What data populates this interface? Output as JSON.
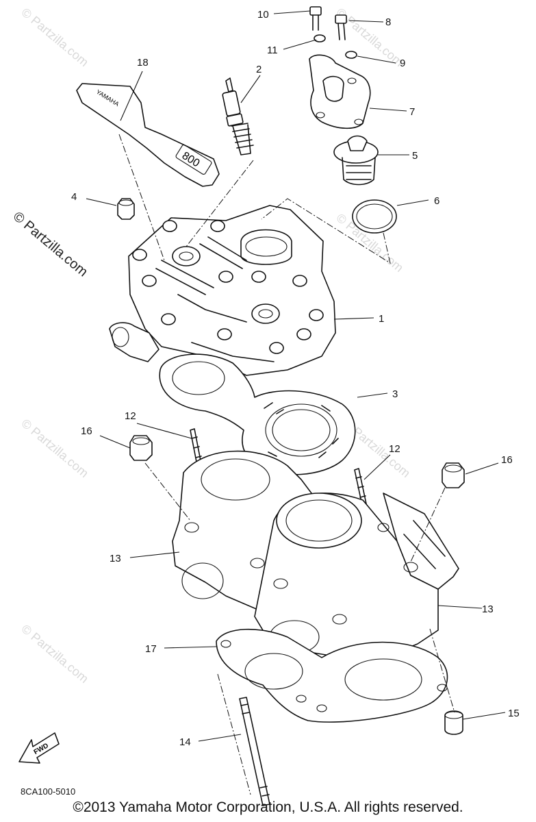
{
  "watermark": {
    "text": "© Partzilla.com"
  },
  "diagram": {
    "code": "8CA100-5010",
    "copyright": "©2013 Yamaha Motor Corporation, U.S.A. All rights reserved.",
    "fwd_label": "FWD",
    "gasket_text_1": "YAMAHA",
    "gasket_text_2": "800"
  },
  "callouts": {
    "c1": "1",
    "c2": "2",
    "c3": "3",
    "c4": "4",
    "c5": "5",
    "c6": "6",
    "c7": "7",
    "c8": "8",
    "c9": "9",
    "c10": "10",
    "c11": "11",
    "c12a": "12",
    "c12b": "12",
    "c13a": "13",
    "c13b": "13",
    "c14": "14",
    "c15": "15",
    "c16a": "16",
    "c16b": "16",
    "c17": "17",
    "c18": "18"
  }
}
